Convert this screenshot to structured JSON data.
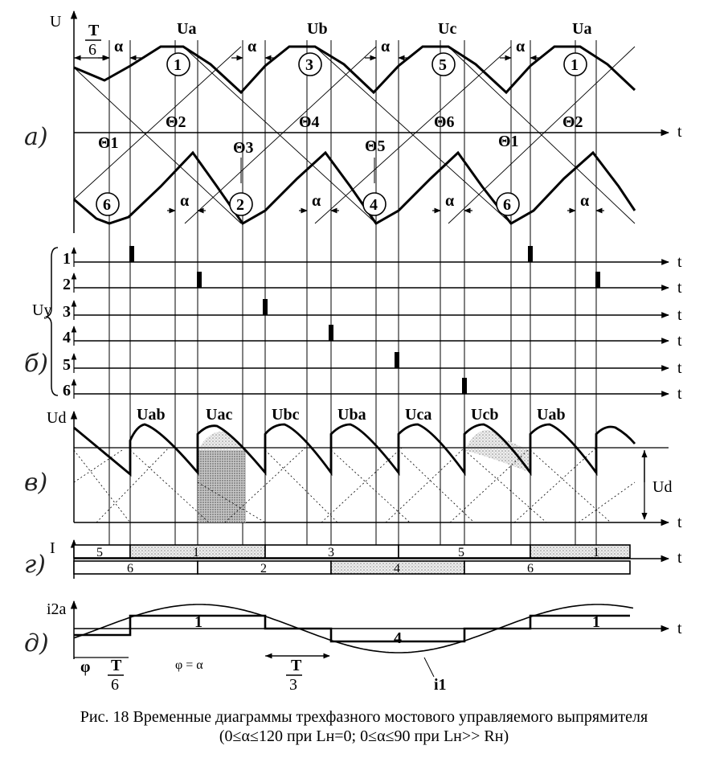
{
  "figure": {
    "caption_line1": "Рис. 18 Временные диаграммы трехфазного мостового управляемого выпрямителя",
    "caption_line2": "(0≤α≤120 при Lн=0; 0≤α≤90 при Lн>> Rн)"
  },
  "panels": {
    "a": {
      "letter": "а)",
      "axis_y": "U",
      "axis_t": "t",
      "phase_top": [
        "Ua",
        "Ub",
        "Uc",
        "Ua"
      ],
      "valves_top": [
        "1",
        "3",
        "5",
        "1"
      ],
      "valves_bottom": [
        "6",
        "2",
        "4",
        "6"
      ],
      "theta": [
        "Θ1",
        "Θ2",
        "Θ3",
        "Θ4",
        "Θ5",
        "Θ6",
        "Θ1",
        "Θ2"
      ],
      "alpha": "α",
      "period_num": "T",
      "period_den": "6"
    },
    "b": {
      "letter": "б)",
      "group_label": "Uy",
      "channels": [
        "1",
        "2",
        "3",
        "4",
        "5",
        "6"
      ],
      "axis_t": "t"
    },
    "c": {
      "letter": "в)",
      "axis_y": "Ud",
      "axis_t": "t",
      "line_labels": [
        "Uab",
        "Uac",
        "Ubc",
        "Uba",
        "Uca",
        "Ucb",
        "Uab"
      ],
      "avg_label": "Ud"
    },
    "d": {
      "letter": "г)",
      "axis_y": "I",
      "axis_t": "t",
      "top_labels": [
        "5",
        "1",
        "3",
        "5",
        "1"
      ],
      "bottom_labels": [
        "6",
        "2",
        "4",
        "6"
      ]
    },
    "e": {
      "letter": "д)",
      "axis_y": "i2a",
      "axis_t": "t",
      "pos_label": "1",
      "neg_label": "4",
      "current_label": "i1",
      "phi": "φ",
      "phi_eq": "φ = α",
      "t6_num": "T",
      "t6_den": "6",
      "t3_num": "T",
      "t3_den": "3"
    }
  }
}
